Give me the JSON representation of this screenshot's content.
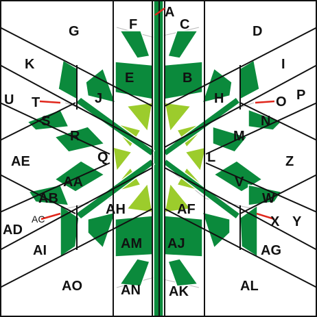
{
  "colors": {
    "dark_green": "#0b8a3c",
    "light_green": "#9ccc2c",
    "marker_red": "#e0261b"
  },
  "labels": {
    "A": "A",
    "C": "C",
    "F": "F",
    "G": "G",
    "D": "D",
    "K": "K",
    "I": "I",
    "E": "E",
    "B": "B",
    "U": "U",
    "T": "T",
    "J": "J",
    "H": "H",
    "O": "O",
    "P": "P",
    "S": "S",
    "N": "N",
    "R": "R",
    "M": "M",
    "AE": "AE",
    "Q": "Q",
    "L": "L",
    "Z": "Z",
    "AA": "AA",
    "V": "V",
    "AB": "AB",
    "W": "W",
    "AC": "AC",
    "AD": "AD",
    "AH": "AH",
    "AF": "AF",
    "X": "X",
    "Y": "Y",
    "AI": "AI",
    "AM": "AM",
    "AJ": "AJ",
    "AG": "AG",
    "AO": "AO",
    "AN": "AN",
    "AK": "AK",
    "AL": "AL"
  }
}
